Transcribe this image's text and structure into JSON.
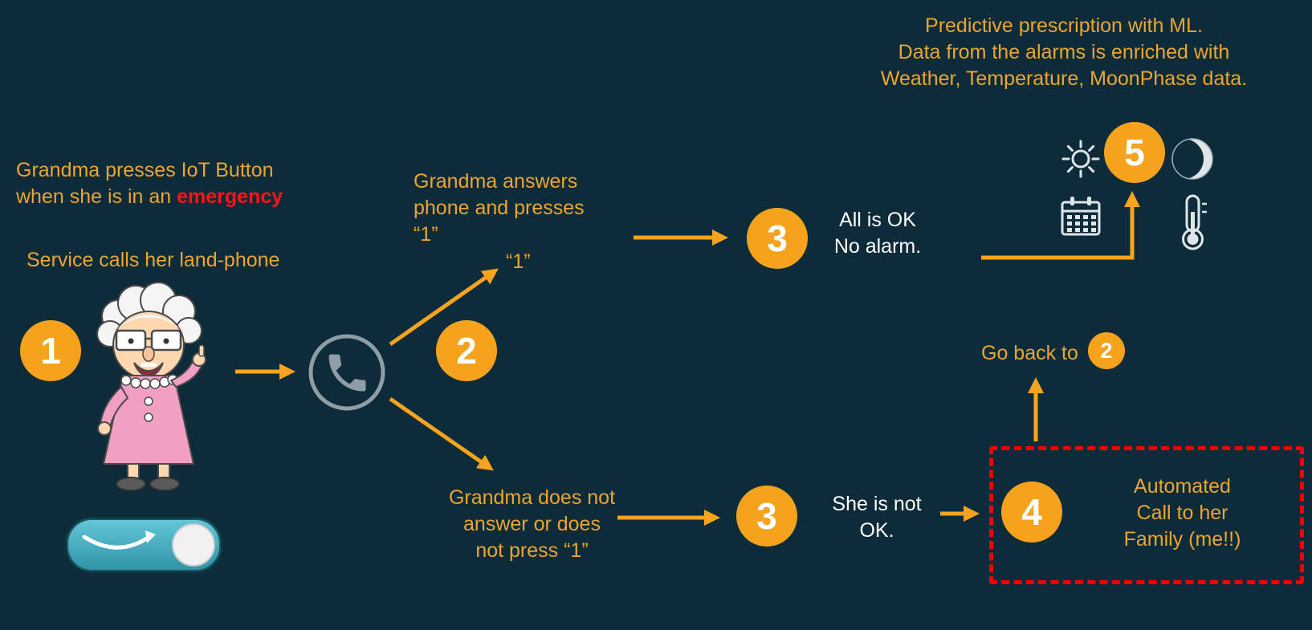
{
  "meta": {
    "background_color": "#0d2b39",
    "accent_orange": "#eca52f",
    "badge_orange": "#f5a31d",
    "alert_red": "#ff1515",
    "dashed_box_red": "#f50000",
    "result_text_color": "#ffffff",
    "phone_icon_gray": "#8f9ea6"
  },
  "top_note": "Predictive prescription with ML.\nData from the alarms is enriched with\nWeather, Temperature, MoonPhase data.",
  "intro": {
    "line1": "Grandma presses IoT Button",
    "line2_prefix": "when she is in an ",
    "emphasis": "emergency"
  },
  "service_label": "Service calls her land-phone",
  "steps": {
    "s1": "1",
    "s2": "2",
    "s3_top": "3",
    "s3_bottom": "3",
    "s4": "4",
    "s5": "5",
    "s2_small": "2"
  },
  "branch_answer": {
    "label": "Grandma answers\nphone and presses\n“1”",
    "key_pressed": "“1”",
    "result": "All is OK\nNo alarm."
  },
  "branch_no_answer": {
    "label": "Grandma does not\nanswer or does\nnot press “1”",
    "result": "She is not\nOK.",
    "action": "Automated\nCall to her\nFamily (me!!)"
  },
  "go_back_label": "Go back to",
  "icons": {
    "phone": "phone-handset-icon",
    "sun": "sun-icon",
    "calendar": "calendar-icon",
    "moon": "moonphase-icon",
    "thermometer": "thermometer-icon",
    "amazon_smile": "amazon-smile-icon",
    "dash_button": "iot-dash-button",
    "grandma": "grandma-illustration"
  }
}
